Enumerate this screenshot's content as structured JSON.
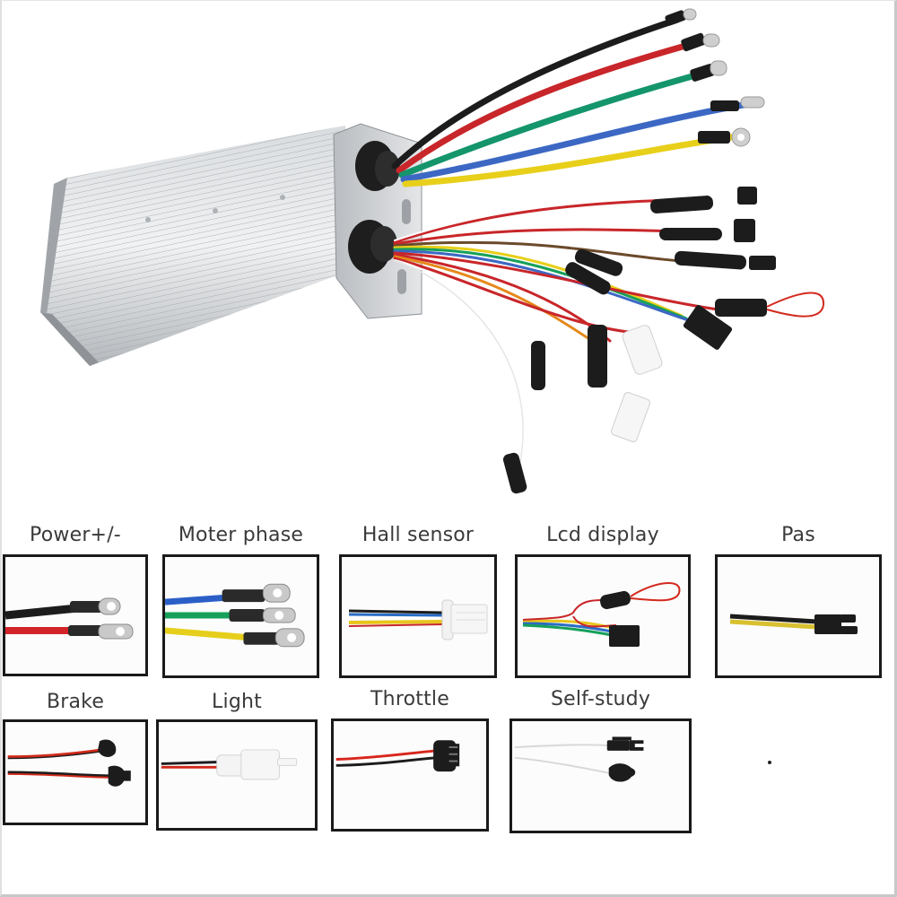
{
  "product": {
    "name": "e-bike brushless motor controller with wiring harness",
    "body_color": "#c9ccd0",
    "phase_wires": [
      {
        "color": "#1c1c1c",
        "name": "black"
      },
      {
        "color": "#c8262a",
        "name": "red"
      },
      {
        "color": "#14956c",
        "name": "green"
      },
      {
        "color": "#3c68c4",
        "name": "blue"
      },
      {
        "color": "#e8cf1a",
        "name": "yellow"
      }
    ]
  },
  "connectors": [
    {
      "id": "power",
      "label": "Power+/-",
      "wires": [
        "#1c1c1c",
        "#d3242a"
      ],
      "terminal": "ring-lug"
    },
    {
      "id": "motor-phase",
      "label": "Moter phase",
      "wires": [
        "#2b5fc7",
        "#16a05a",
        "#e6cf1c"
      ],
      "terminal": "ring-lug"
    },
    {
      "id": "hall-sensor",
      "label": "Hall sensor",
      "wires": [
        "#1c1c1c",
        "#2a6cc4",
        "#ffffff",
        "#e8c51c",
        "#c8262a"
      ],
      "terminal": "white-plug"
    },
    {
      "id": "lcd-display",
      "label": "Lcd display",
      "wires": [
        "#e8c51c",
        "#2a6cc4",
        "#16a05a",
        "#c8262a"
      ],
      "terminal": "black-plug-loop"
    },
    {
      "id": "pas",
      "label": "Pas",
      "wires": [
        "#1c1c1c",
        "#d8c030"
      ],
      "terminal": "black-plug"
    },
    {
      "id": "brake",
      "label": "Brake",
      "wires": [
        "#d02a1a",
        "#1c1c1c"
      ],
      "terminal": "black-plug"
    },
    {
      "id": "light",
      "label": "Light",
      "wires": [
        "#1c1c1c",
        "#d02a1a"
      ],
      "terminal": "white-plug"
    },
    {
      "id": "throttle",
      "label": "Throttle",
      "wires": [
        "#d8261c",
        "#ffffff",
        "#1c1c1c"
      ],
      "terminal": "black-plug"
    },
    {
      "id": "self-study",
      "label": "Self-study",
      "wires": [
        "#e8e8e8",
        "#e8e8e8"
      ],
      "terminal": "black-plug"
    }
  ]
}
